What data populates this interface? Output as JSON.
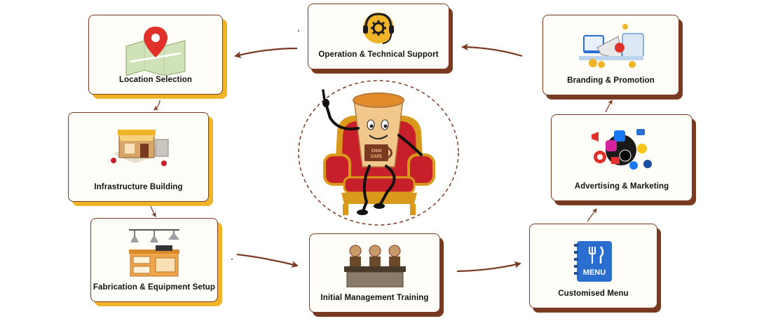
{
  "diagram": {
    "center": {
      "name": "cup-mascot-on-throne",
      "cup_text": "CHAI CAFE"
    },
    "steps": [
      {
        "id": "location",
        "label": "Location Selection",
        "icon": "map-pin-icon"
      },
      {
        "id": "infrastructure",
        "label": "Infrastructure Building",
        "icon": "shop-building-icon"
      },
      {
        "id": "fabrication",
        "label": "Fabrication & Equipment Setup",
        "icon": "kitchen-counter-icon"
      },
      {
        "id": "training",
        "label": "Initial Management Training",
        "icon": "staff-training-icon"
      },
      {
        "id": "menu",
        "label": "Customised Menu",
        "icon": "menu-book-icon"
      },
      {
        "id": "advertising",
        "label": "Advertising & Marketing",
        "icon": "social-media-icon"
      },
      {
        "id": "branding",
        "label": "Branding & Promotion",
        "icon": "promotion-megaphone-icon"
      },
      {
        "id": "support",
        "label": "Operation & Technical Support",
        "icon": "headset-gear-icon"
      }
    ],
    "colors": {
      "arrow": "#7a3a22",
      "card_border": "#7a3a22",
      "accent": "#f0b429",
      "cup": "#f2c78c",
      "throne": "#c8202a",
      "gold": "#d99a1b"
    }
  }
}
